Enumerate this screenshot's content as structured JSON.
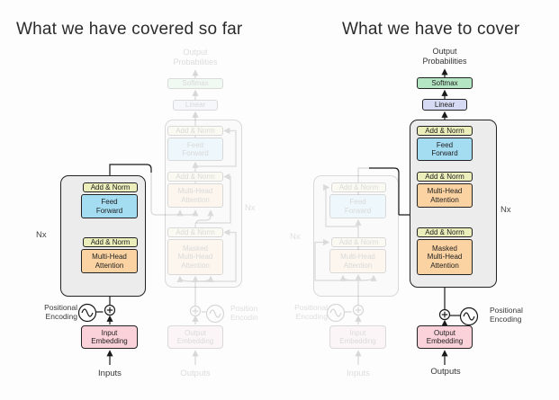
{
  "titles": {
    "left": "What we have covered so far",
    "right": "What we have to cover"
  },
  "labels": {
    "output_probabilities": "Output\nProbabilities",
    "softmax": "Softmax",
    "linear": "Linear",
    "add_norm": "Add & Norm",
    "feed_forward": "Feed\nForward",
    "multi_head_attention": "Multi-Head\nAttention",
    "masked_multi_head_attention": "Masked\nMulti-Head\nAttention",
    "input_embedding": "Input\nEmbedding",
    "output_embedding": "Output\nEmbedding",
    "positional_encoding": "Positional\nEncoding",
    "positional_encoding_truncated": "Position\nEncodin",
    "inputs": "Inputs",
    "outputs": "Outputs",
    "n_times": "Nx"
  },
  "icons": {
    "positional_encoding_icon": "sine-wave-in-circle",
    "add_icon": "plus-in-circle"
  },
  "colors": {
    "add_norm": "#ebeebb",
    "feed_forward": "#a4ddf2",
    "attention": "#fbd3a2",
    "softmax": "#b5e6c4",
    "linear": "#d6daf2",
    "embedding": "#fbd1da",
    "container_fill": "#ececec",
    "line": "#1a1a1a"
  }
}
